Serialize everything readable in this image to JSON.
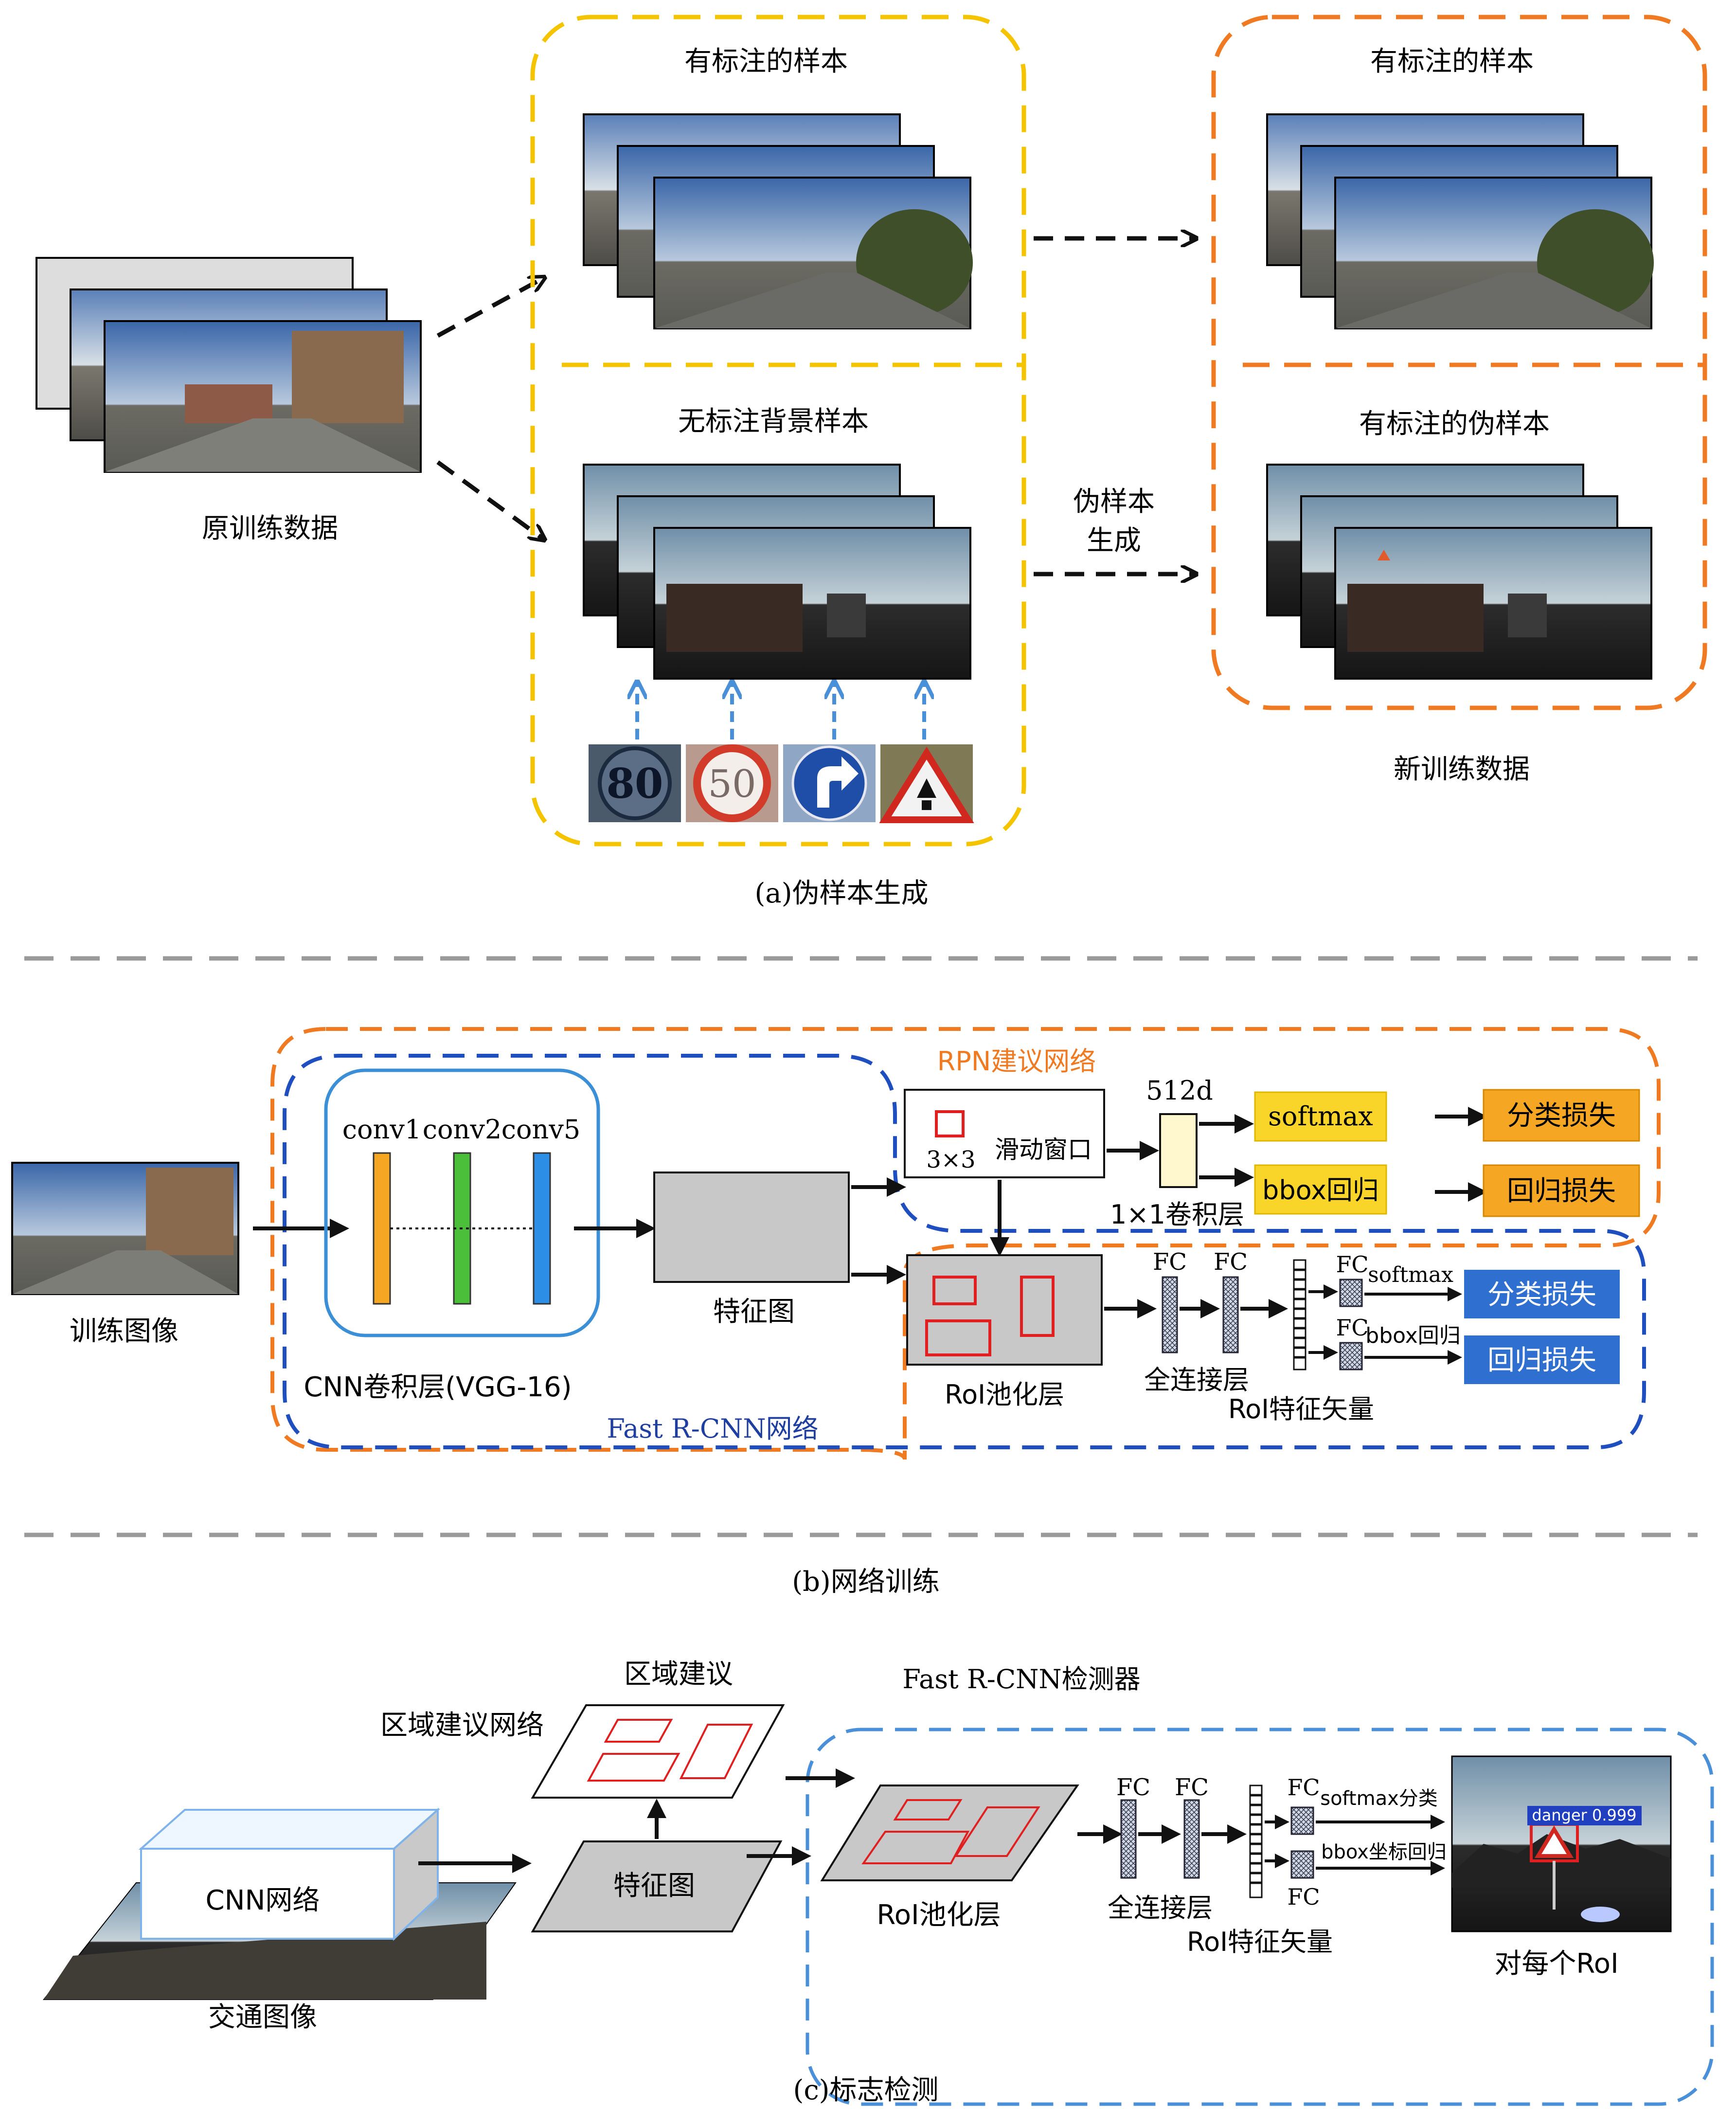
{
  "section_a": {
    "caption": "(a)伪样本生成",
    "original_data_label": "原训练数据",
    "labeled_samples_label": "有标注的样本",
    "unlabeled_bg_label": "无标注背景样本",
    "labeled_samples_label_right": "有标注的样本",
    "labeled_pseudo_label": "有标注的伪样本",
    "pseudo_gen_label_line1": "伪样本",
    "pseudo_gen_label_line2": "生成",
    "new_data_label": "新训练数据",
    "signs": [
      "80",
      "50",
      "",
      ""
    ]
  },
  "section_b": {
    "caption": "(b)网络训练",
    "train_image_label": "训练图像",
    "cnn_label": "CNN卷积层(VGG-16)",
    "conv_labels": [
      "conv1",
      "conv2",
      "conv5"
    ],
    "feature_map_label": "特征图",
    "rpn_label": "RPN建议网络",
    "fast_rcnn_label": "Fast R-CNN网络",
    "sliding_window_label": "滑动窗口",
    "kernel_label": "3×3",
    "dim_label": "512d",
    "conv1x1_label": "1×1卷积层",
    "softmax_label": "softmax",
    "bbox_label": "bbox回归",
    "cls_loss_label": "分类损失",
    "reg_loss_label": "回归损失",
    "roi_pool_label": "RoI池化层",
    "fc_labels": [
      "FC",
      "FC",
      "FC",
      "FC"
    ],
    "fc_layer_label": "全连接层",
    "roi_vector_label": "RoI特征矢量",
    "softmax_small": "softmax",
    "bbox_small": "bbox回归",
    "cls_loss_blue": "分类损失",
    "reg_loss_blue": "回归损失"
  },
  "section_c": {
    "caption": "(c)标志检测",
    "region_proposal_label": "区域建议",
    "rpn_label": "区域建议网络",
    "detector_label": "Fast R-CNN检测器",
    "cnn_label": "CNN网络",
    "traffic_image_label": "交通图像",
    "feature_map_label": "特征图",
    "roi_pool_label": "RoI池化层",
    "fc_labels": [
      "FC",
      "FC",
      "FC",
      "FC"
    ],
    "fc_layer_label": "全连接层",
    "roi_vector_label": "RoI特征矢量",
    "softmax_cls_label": "softmax分类",
    "bbox_reg_label": "bbox坐标回归",
    "per_roi_label": "对每个RoI",
    "detection_text": "danger 0.999"
  },
  "colors": {
    "yellow": "#f5c400",
    "orange": "#f07a22",
    "blue_dash": "#1f4fbf",
    "light_blue": "#4a90d9",
    "softmax_fill": "#f9d52a",
    "loss_fill": "#f5a623",
    "blue_fill": "#2f6fd0"
  }
}
